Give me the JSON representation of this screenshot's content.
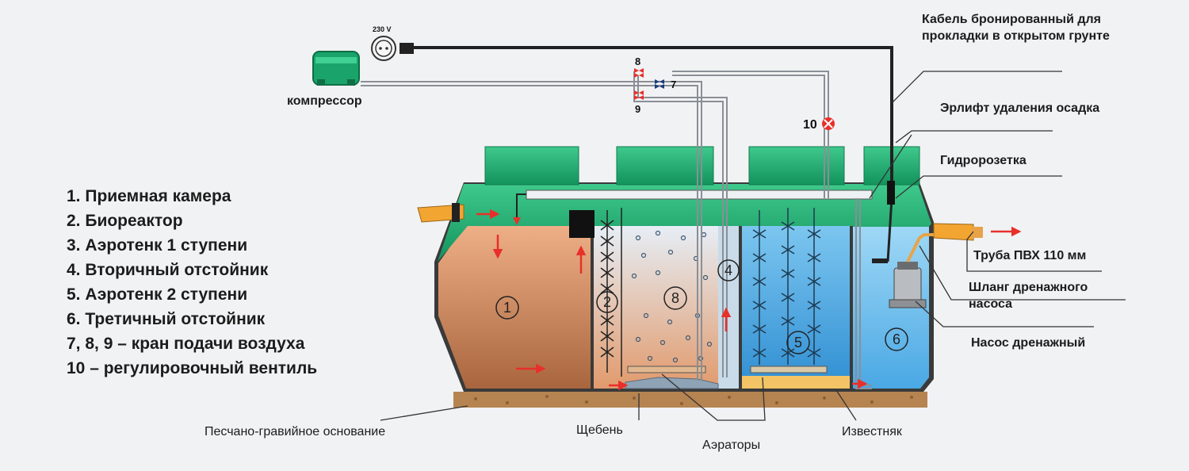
{
  "legend": [
    "1. Приемная камера",
    "2. Биореактор",
    "3. Аэротенк 1 ступени",
    "4. Вторичный отстойник",
    "5. Аэротенк 2 ступени",
    "6. Третичный отстойник",
    "7, 8, 9 – кран подачи воздуха",
    "10 – регулировочный вентиль"
  ],
  "labels": {
    "compressor": "компрессор",
    "socket": "230 V",
    "cable": "Кабель бронированный для прокладки в открытом грунте",
    "airlift": "Эрлифт удаления осадка",
    "hydro_socket": "Гидророзетка",
    "pvc_pipe": "Труба ПВХ 110 мм",
    "drain_hose": "Шланг дренажного насоса",
    "drain_pump": "Насос дренажный",
    "sand_base": "Песчано-гравийное основание",
    "gravel": "Щебень",
    "aerators": "Аэраторы",
    "limestone": "Известняк"
  },
  "valves": {
    "v7": "7",
    "v8": "8",
    "v9": "9",
    "v10": "10"
  },
  "chambers": {
    "c1": "1",
    "c2": "2",
    "c4": "4",
    "c5": "5",
    "c6": "6",
    "c8": "8"
  },
  "colors": {
    "lid": "#1aa36a",
    "lid_top": "#3cc48a",
    "chamber1": "#cf8a5e",
    "chamber3_top": "#d9e6f1",
    "chamber3_bottom": "#e2a478",
    "chamber5": "#4ba6e0",
    "chamber6": "#5fb9ec",
    "ground": "#b68451",
    "arrow": "#e8302b",
    "pipe": "#d8dde3",
    "valve": "#e8302b"
  }
}
